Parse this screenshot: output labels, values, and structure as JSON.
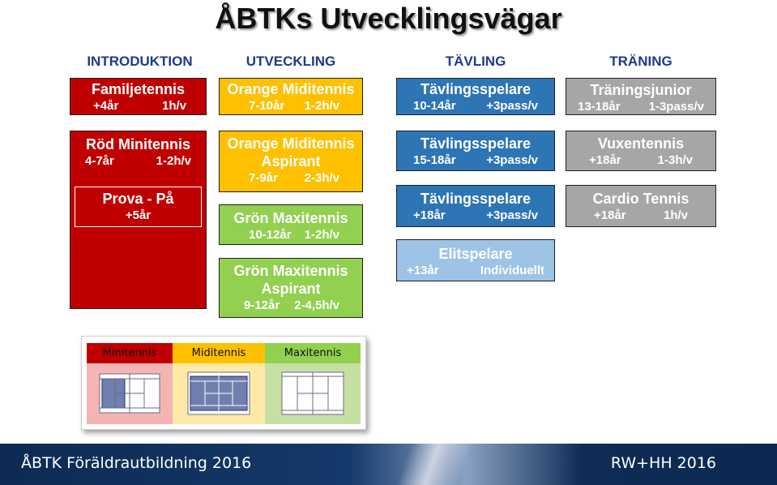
{
  "title": "ÅBTKs Utvecklingsvägar",
  "columns": {
    "introduktion": "INTRODUKTION",
    "utveckling": "UTVECKLING",
    "tavling": "TÄVLING",
    "traning": "TRÄNING"
  },
  "intro": [
    {
      "name": "Familjetennis",
      "age": "+4år",
      "freq": "1h/v"
    },
    {
      "name": "Röd Minitennis",
      "age": "4-7år",
      "freq": "1-2h/v"
    },
    {
      "name": "Prova - På",
      "age": "+5år"
    }
  ],
  "utveckling": [
    {
      "name": "Orange Miditennis",
      "age": "7-10år",
      "freq": "1-2h/v"
    },
    {
      "name": "Orange Miditennis",
      "name2": "Aspirant",
      "age": "7-9år",
      "freq": "2-3h/v"
    },
    {
      "name": "Grön Maxitennis",
      "age": "10-12år",
      "freq": "1-2h/v"
    },
    {
      "name": "Grön Maxitennis",
      "name2": "Aspirant",
      "age": "9-12år",
      "freq": "2-4,5h/v"
    }
  ],
  "tavling": [
    {
      "name": "Tävlingsspelare",
      "age": "10-14år",
      "freq": "+3pass/v"
    },
    {
      "name": "Tävlingsspelare",
      "age": "15-18år",
      "freq": "+3pass/v"
    },
    {
      "name": "Tävlingsspelare",
      "age": "+18år",
      "freq": "+3pass/v"
    },
    {
      "name": "Elitspelare",
      "age": "+13år",
      "freq": "Individuellt"
    }
  ],
  "traning": [
    {
      "name": "Träningsjunior",
      "age": "13-18år",
      "freq": "1-3pass/v"
    },
    {
      "name": "Vuxentennis",
      "age": "+18år",
      "freq": "1-3h/v"
    },
    {
      "name": "Cardio Tennis",
      "age": "+18år",
      "freq": "1h/v"
    }
  ],
  "legend": {
    "minitennis": "Minitennis",
    "miditennis": "Miditennis",
    "maxitennis": "Maxitennis"
  },
  "colors": {
    "red": "#c00000",
    "orange": "#ffc000",
    "green": "#92d050",
    "blue": "#2e75b6",
    "light_blue": "#9dc3e6",
    "gray": "#a6a6a6",
    "header_text": "#1f3a8a"
  },
  "footer": {
    "left": "ÅBTK Föräldrautbildning 2016",
    "right": "RW+HH 2016"
  }
}
